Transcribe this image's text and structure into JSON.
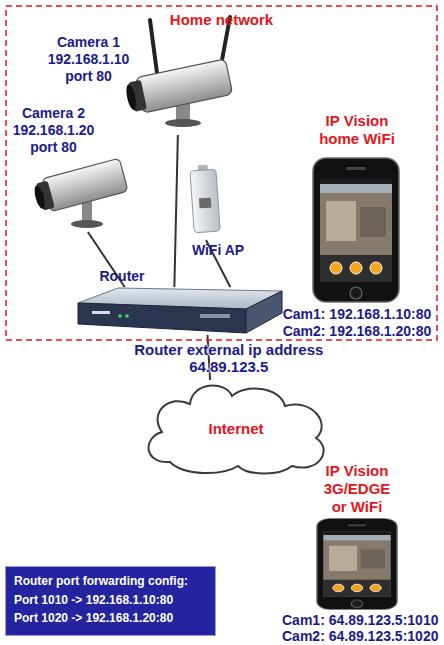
{
  "diagram": {
    "nodes": [
      {
        "text": [
          "Home network"
        ]
      },
      {
        "text": [
          "Camera 1 192.168.1.10 port 80"
        ],
        "in": 0
      },
      {
        "text": [
          "Camera 2 192.168.1.20 port 80"
        ],
        "in": 0
      },
      {
        "text": [
          "WiFi AP"
        ],
        "in": 0
      },
      {
        "text": [
          "Router"
        ],
        "in": 0
      },
      {
        "text": [
          "IP Vision home WiFi",
          "Cam1: 192.168.1.10:80",
          "Cam2: 192.168.1.20:80"
        ],
        "in": 0
      },
      {
        "text": [
          "Internet"
        ]
      },
      {
        "text": [
          "IP Vision 3G/EDGE or WiFi",
          "Cam1: 64.89.123.5:1010",
          "Cam2: 64.89.123.5:1020"
        ]
      },
      {
        "text": [
          "Router port forwarding config:",
          "Port 1010 -> 192.168.1.10:80",
          "Port 1020 -> 192.168.1.20:80"
        ]
      }
    ],
    "edges": [
      {
        "from": 1,
        "to": 4,
        "arrow": "none"
      },
      {
        "from": 2,
        "to": 4,
        "arrow": "none"
      },
      {
        "from": 3,
        "to": 4,
        "arrow": "none"
      },
      {
        "from": 4,
        "to": 6,
        "arrow": "none",
        "label": "Router external ip address 64.89.123.5"
      }
    ]
  }
}
